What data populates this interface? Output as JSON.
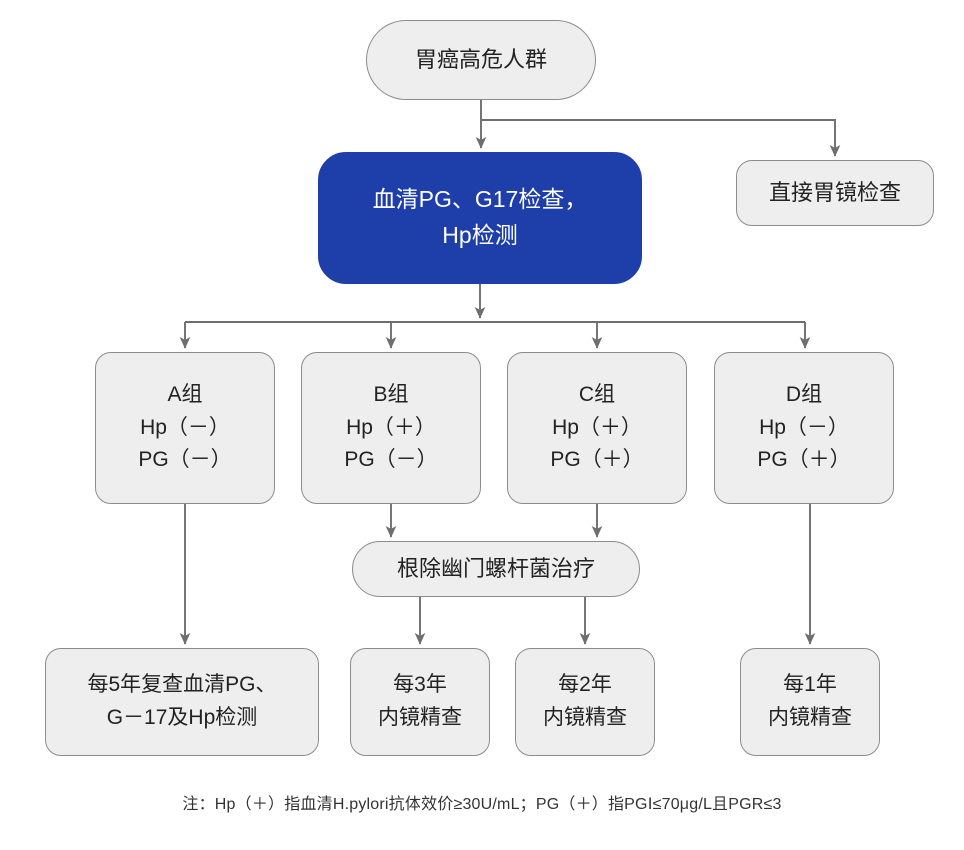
{
  "diagram": {
    "title_node": "胃癌高危人群",
    "primary_node": {
      "line1": "血清PG、G17检查，",
      "line2": "Hp检测",
      "color": "#1e3faa"
    },
    "direct_node": "直接胃镜检查",
    "groups": [
      {
        "name": "A组",
        "hp": "Hp（－）",
        "pg": "PG（－）"
      },
      {
        "name": "B组",
        "hp": "Hp（＋）",
        "pg": "PG（－）"
      },
      {
        "name": "C组",
        "hp": "Hp（＋）",
        "pg": "PG（＋）"
      },
      {
        "name": "D组",
        "hp": "Hp（－）",
        "pg": "PG（＋）"
      }
    ],
    "treatment_node": "根除幽门螺杆菌治疗",
    "outcomes": [
      {
        "line1": "每5年复查血清PG、",
        "line2": "G－17及Hp检测"
      },
      {
        "line1": "每3年",
        "line2": "内镜精查"
      },
      {
        "line1": "每2年",
        "line2": "内镜精查"
      },
      {
        "line1": "每1年",
        "line2": "内镜精查"
      }
    ],
    "footnote": "注：Hp（＋）指血清H.pylori抗体效价≥30U/mL；PG（＋）指PGⅠ≤70μg/L且PGR≤3",
    "colors": {
      "node_fill": "#eeeeee",
      "node_border": "#8c8c8c",
      "connector": "#6e6e6e",
      "text": "#222222"
    }
  }
}
